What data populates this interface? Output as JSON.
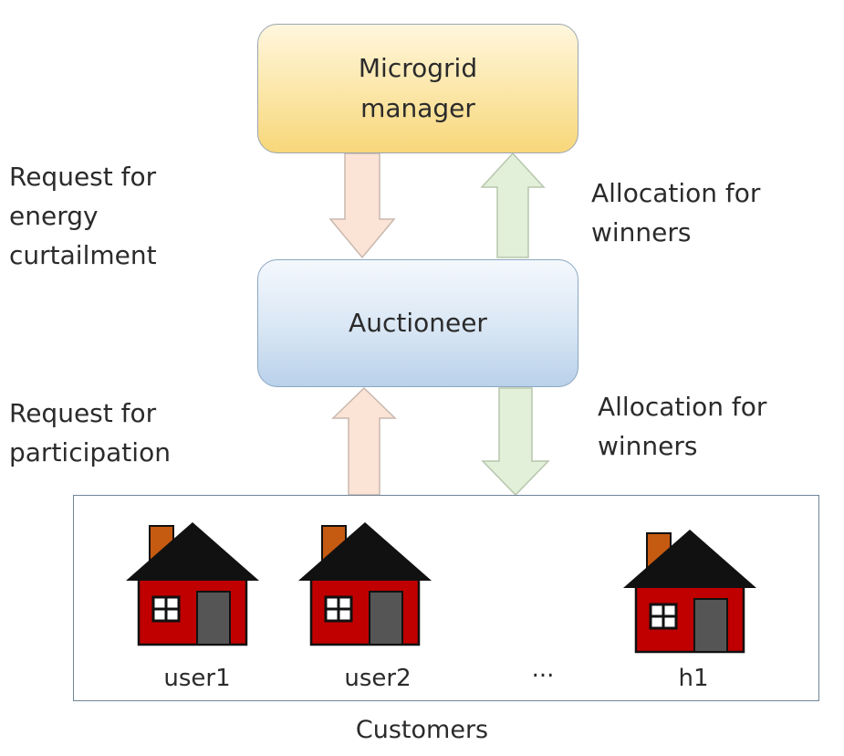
{
  "nodes": {
    "manager": "Microgrid\nmanager",
    "auctioneer": "Auctioneer"
  },
  "labels": {
    "request_curtailment": "Request for\nenergy\ncurtailment",
    "allocation_top": "Allocation for\nwinners",
    "request_participation": "Request for\nparticipation",
    "allocation_bottom": "Allocation for\nwinners"
  },
  "customers": {
    "title": "Customers",
    "houses": [
      "user1",
      "user2",
      "h1"
    ],
    "ellipsis": "..."
  },
  "colors": {
    "request_arrow_fill": "#fbe3d6",
    "allocation_arrow_fill": "#e2efd9",
    "house_wall": "#c00000",
    "house_roof": "#111111",
    "house_chimney": "#c55a11",
    "house_door": "#555555"
  }
}
